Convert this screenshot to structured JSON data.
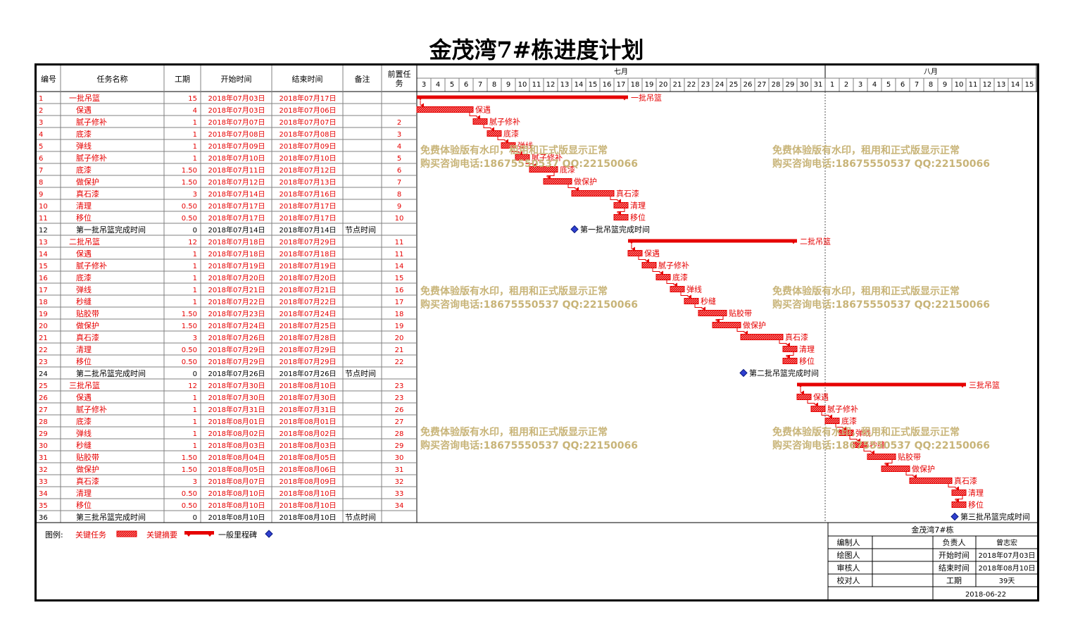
{
  "page_title": "金茂湾7#栋进度计划",
  "colors": {
    "critical": "#e60000",
    "grid": "#808080",
    "watermark": "#c8b478",
    "milestone": "#2f3fd0"
  },
  "columns": {
    "id": "编号",
    "name": "任务名称",
    "duration": "工期",
    "start": "开始时间",
    "end": "结束时间",
    "note": "备注",
    "pred": "前置任务"
  },
  "months": [
    {
      "label": "七月",
      "days": [
        "3",
        "4",
        "5",
        "6",
        "7",
        "8",
        "9",
        "10",
        "11",
        "12",
        "13",
        "14",
        "15",
        "16",
        "17",
        "18",
        "19",
        "20",
        "21",
        "22",
        "23",
        "24",
        "25",
        "26",
        "27",
        "28",
        "29",
        "30",
        "31"
      ]
    },
    {
      "label": "八月",
      "days": [
        "1",
        "2",
        "3",
        "4",
        "5",
        "6",
        "7",
        "8",
        "9",
        "10",
        "11",
        "12",
        "13",
        "14",
        "15"
      ]
    }
  ],
  "watermark": {
    "line1": "免费体验版有水印，租用和正式版显示正常",
    "line2": "购买咨询电话:18675550537 QQ:22150066"
  },
  "legend": {
    "label": "图例:",
    "critical_task": "关键任务",
    "critical_summary": "关键摘要",
    "milestone": "一般里程碑"
  },
  "footer": {
    "project": "金茂湾7#栋",
    "rows": [
      {
        "k1": "编制人",
        "v1": "",
        "k2": "负责人",
        "v2": "曾志宏"
      },
      {
        "k1": "绘图人",
        "v1": "",
        "k2": "开始时间",
        "v2": "2018年07月03日"
      },
      {
        "k1": "审核人",
        "v1": "",
        "k2": "结束时间",
        "v2": "2018年08月10日"
      },
      {
        "k1": "校对人",
        "v1": "",
        "k2": "工期",
        "v2": "39天"
      }
    ],
    "date": "2018-06-22"
  },
  "chart_data": {
    "type": "gantt",
    "x_start": "2018-07-03",
    "x_end": "2018-08-15",
    "tasks": [
      {
        "id": "1",
        "name": "一批吊篮",
        "duration": "15",
        "start": "2018年07月03日",
        "end": "2018年07月17日",
        "note": "",
        "pred": "",
        "kind": "summary",
        "s": "2018-07-03",
        "e": "2018-07-17",
        "level": 0
      },
      {
        "id": "2",
        "name": "保遇",
        "duration": "4",
        "start": "2018年07月03日",
        "end": "2018年07月06日",
        "note": "",
        "pred": "",
        "kind": "task",
        "s": "2018-07-03",
        "e": "2018-07-06",
        "level": 1
      },
      {
        "id": "3",
        "name": "腻子修补",
        "duration": "1",
        "start": "2018年07月07日",
        "end": "2018年07月07日",
        "note": "",
        "pred": "2",
        "kind": "task",
        "s": "2018-07-07",
        "e": "2018-07-07",
        "level": 1
      },
      {
        "id": "4",
        "name": "底漆",
        "duration": "1",
        "start": "2018年07月08日",
        "end": "2018年07月08日",
        "note": "",
        "pred": "3",
        "kind": "task",
        "s": "2018-07-08",
        "e": "2018-07-08",
        "level": 1
      },
      {
        "id": "5",
        "name": "弹线",
        "duration": "1",
        "start": "2018年07月09日",
        "end": "2018年07月09日",
        "note": "",
        "pred": "4",
        "kind": "task",
        "s": "2018-07-09",
        "e": "2018-07-09",
        "level": 1
      },
      {
        "id": "6",
        "name": "腻子修补",
        "duration": "1",
        "start": "2018年07月10日",
        "end": "2018年07月10日",
        "note": "",
        "pred": "5",
        "kind": "task",
        "s": "2018-07-10",
        "e": "2018-07-10",
        "level": 1
      },
      {
        "id": "7",
        "name": "底漆",
        "duration": "1.50",
        "start": "2018年07月11日",
        "end": "2018年07月12日",
        "note": "",
        "pred": "6",
        "kind": "task",
        "s": "2018-07-11",
        "e": "2018-07-12",
        "level": 1
      },
      {
        "id": "8",
        "name": "做保护",
        "duration": "1.50",
        "start": "2018年07月12日",
        "end": "2018年07月13日",
        "note": "",
        "pred": "7",
        "kind": "task",
        "s": "2018-07-12",
        "e": "2018-07-13",
        "level": 1
      },
      {
        "id": "9",
        "name": "真石漆",
        "duration": "3",
        "start": "2018年07月14日",
        "end": "2018年07月16日",
        "note": "",
        "pred": "8",
        "kind": "task",
        "s": "2018-07-14",
        "e": "2018-07-16",
        "level": 1
      },
      {
        "id": "10",
        "name": "清理",
        "duration": "0.50",
        "start": "2018年07月17日",
        "end": "2018年07月17日",
        "note": "",
        "pred": "9",
        "kind": "task",
        "s": "2018-07-17",
        "e": "2018-07-17",
        "level": 1
      },
      {
        "id": "11",
        "name": "移位",
        "duration": "0.50",
        "start": "2018年07月17日",
        "end": "2018年07月17日",
        "note": "",
        "pred": "10",
        "kind": "task",
        "s": "2018-07-17",
        "e": "2018-07-17",
        "level": 1
      },
      {
        "id": "12",
        "name": "第一批吊篮完成时间",
        "duration": "0",
        "start": "2018年07月14日",
        "end": "2018年07月14日",
        "note": "节点时间",
        "pred": "",
        "kind": "milestone",
        "s": "2018-07-14",
        "e": "2018-07-14",
        "level": 1
      },
      {
        "id": "13",
        "name": "二批吊篮",
        "duration": "12",
        "start": "2018年07月18日",
        "end": "2018年07月29日",
        "note": "",
        "pred": "11",
        "kind": "summary",
        "s": "2018-07-18",
        "e": "2018-07-29",
        "level": 0
      },
      {
        "id": "14",
        "name": "保遇",
        "duration": "1",
        "start": "2018年07月18日",
        "end": "2018年07月18日",
        "note": "",
        "pred": "11",
        "kind": "task",
        "s": "2018-07-18",
        "e": "2018-07-18",
        "level": 1
      },
      {
        "id": "15",
        "name": "腻子修补",
        "duration": "1",
        "start": "2018年07月19日",
        "end": "2018年07月19日",
        "note": "",
        "pred": "14",
        "kind": "task",
        "s": "2018-07-19",
        "e": "2018-07-19",
        "level": 1
      },
      {
        "id": "16",
        "name": "底漆",
        "duration": "1",
        "start": "2018年07月20日",
        "end": "2018年07月20日",
        "note": "",
        "pred": "15",
        "kind": "task",
        "s": "2018-07-20",
        "e": "2018-07-20",
        "level": 1
      },
      {
        "id": "17",
        "name": "弹线",
        "duration": "1",
        "start": "2018年07月21日",
        "end": "2018年07月21日",
        "note": "",
        "pred": "16",
        "kind": "task",
        "s": "2018-07-21",
        "e": "2018-07-21",
        "level": 1
      },
      {
        "id": "18",
        "name": "秒缝",
        "duration": "1",
        "start": "2018年07月22日",
        "end": "2018年07月22日",
        "note": "",
        "pred": "17",
        "kind": "task",
        "s": "2018-07-22",
        "e": "2018-07-22",
        "level": 1
      },
      {
        "id": "19",
        "name": "贴胶带",
        "duration": "1.50",
        "start": "2018年07月23日",
        "end": "2018年07月24日",
        "note": "",
        "pred": "18",
        "kind": "task",
        "s": "2018-07-23",
        "e": "2018-07-24",
        "level": 1
      },
      {
        "id": "20",
        "name": "做保护",
        "duration": "1.50",
        "start": "2018年07月24日",
        "end": "2018年07月25日",
        "note": "",
        "pred": "19",
        "kind": "task",
        "s": "2018-07-24",
        "e": "2018-07-25",
        "level": 1
      },
      {
        "id": "21",
        "name": "真石漆",
        "duration": "3",
        "start": "2018年07月26日",
        "end": "2018年07月28日",
        "note": "",
        "pred": "20",
        "kind": "task",
        "s": "2018-07-26",
        "e": "2018-07-28",
        "level": 1
      },
      {
        "id": "22",
        "name": "清理",
        "duration": "0.50",
        "start": "2018年07月29日",
        "end": "2018年07月29日",
        "note": "",
        "pred": "21",
        "kind": "task",
        "s": "2018-07-29",
        "e": "2018-07-29",
        "level": 1
      },
      {
        "id": "23",
        "name": "移位",
        "duration": "0.50",
        "start": "2018年07月29日",
        "end": "2018年07月29日",
        "note": "",
        "pred": "22",
        "kind": "task",
        "s": "2018-07-29",
        "e": "2018-07-29",
        "level": 1
      },
      {
        "id": "24",
        "name": "第二批吊篮完成时间",
        "duration": "0",
        "start": "2018年07月26日",
        "end": "2018年07月26日",
        "note": "节点时间",
        "pred": "",
        "kind": "milestone",
        "s": "2018-07-26",
        "e": "2018-07-26",
        "level": 1
      },
      {
        "id": "25",
        "name": "三批吊篮",
        "duration": "12",
        "start": "2018年07月30日",
        "end": "2018年08月10日",
        "note": "",
        "pred": "23",
        "kind": "summary",
        "s": "2018-07-30",
        "e": "2018-08-10",
        "level": 0
      },
      {
        "id": "26",
        "name": "保遇",
        "duration": "1",
        "start": "2018年07月30日",
        "end": "2018年07月30日",
        "note": "",
        "pred": "23",
        "kind": "task",
        "s": "2018-07-30",
        "e": "2018-07-30",
        "level": 1
      },
      {
        "id": "27",
        "name": "腻子修补",
        "duration": "1",
        "start": "2018年07月31日",
        "end": "2018年07月31日",
        "note": "",
        "pred": "26",
        "kind": "task",
        "s": "2018-07-31",
        "e": "2018-07-31",
        "level": 1
      },
      {
        "id": "28",
        "name": "底漆",
        "duration": "1",
        "start": "2018年08月01日",
        "end": "2018年08月01日",
        "note": "",
        "pred": "27",
        "kind": "task",
        "s": "2018-08-01",
        "e": "2018-08-01",
        "level": 1
      },
      {
        "id": "29",
        "name": "弹线",
        "duration": "1",
        "start": "2018年08月02日",
        "end": "2018年08月02日",
        "note": "",
        "pred": "28",
        "kind": "task",
        "s": "2018-08-02",
        "e": "2018-08-02",
        "level": 1
      },
      {
        "id": "30",
        "name": "秒缝",
        "duration": "1",
        "start": "2018年08月03日",
        "end": "2018年08月03日",
        "note": "",
        "pred": "29",
        "kind": "task",
        "s": "2018-08-03",
        "e": "2018-08-03",
        "level": 1
      },
      {
        "id": "31",
        "name": "贴胶带",
        "duration": "1.50",
        "start": "2018年08月04日",
        "end": "2018年08月05日",
        "note": "",
        "pred": "30",
        "kind": "task",
        "s": "2018-08-04",
        "e": "2018-08-05",
        "level": 1
      },
      {
        "id": "32",
        "name": "做保护",
        "duration": "1.50",
        "start": "2018年08月05日",
        "end": "2018年08月06日",
        "note": "",
        "pred": "31",
        "kind": "task",
        "s": "2018-08-05",
        "e": "2018-08-06",
        "level": 1
      },
      {
        "id": "33",
        "name": "真石漆",
        "duration": "3",
        "start": "2018年08月07日",
        "end": "2018年08月09日",
        "note": "",
        "pred": "32",
        "kind": "task",
        "s": "2018-08-07",
        "e": "2018-08-09",
        "level": 1
      },
      {
        "id": "34",
        "name": "清理",
        "duration": "0.50",
        "start": "2018年08月10日",
        "end": "2018年08月10日",
        "note": "",
        "pred": "33",
        "kind": "task",
        "s": "2018-08-10",
        "e": "2018-08-10",
        "level": 1
      },
      {
        "id": "35",
        "name": "移位",
        "duration": "0.50",
        "start": "2018年08月10日",
        "end": "2018年08月10日",
        "note": "",
        "pred": "34",
        "kind": "task",
        "s": "2018-08-10",
        "e": "2018-08-10",
        "level": 1
      },
      {
        "id": "36",
        "name": "第三批吊篮完成时间",
        "duration": "0",
        "start": "2018年08月10日",
        "end": "2018年08月10日",
        "note": "节点时间",
        "pred": "",
        "kind": "milestone",
        "s": "2018-08-10",
        "e": "2018-08-10",
        "level": 1
      }
    ]
  }
}
